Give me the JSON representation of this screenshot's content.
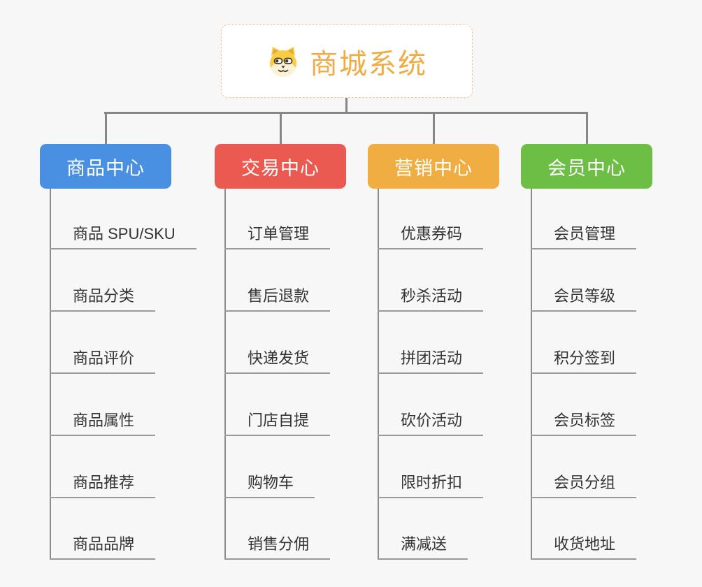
{
  "root": {
    "title": "商城系统",
    "icon": "doge-icon",
    "accent_color": "#f0ac44",
    "border_color": "#f0cd96"
  },
  "connector_color": "#868686",
  "background_color": "#f7f7f7",
  "columns": [
    {
      "title": "商品中心",
      "color": "#4a90e2",
      "items": [
        "商品 SPU/SKU",
        "商品分类",
        "商品评价",
        "商品属性",
        "商品推荐",
        "商品品牌"
      ]
    },
    {
      "title": "交易中心",
      "color": "#eb5a51",
      "items": [
        "订单管理",
        "售后退款",
        "快递发货",
        "门店自提",
        "购物车",
        "销售分佣"
      ]
    },
    {
      "title": "营销中心",
      "color": "#efad42",
      "items": [
        "优惠券码",
        "秒杀活动",
        "拼团活动",
        "砍价活动",
        "限时折扣",
        "满减送"
      ]
    },
    {
      "title": "会员中心",
      "color": "#6cbe45",
      "items": [
        "会员管理",
        "会员等级",
        "积分签到",
        "会员标签",
        "会员分组",
        "收货地址"
      ]
    }
  ]
}
